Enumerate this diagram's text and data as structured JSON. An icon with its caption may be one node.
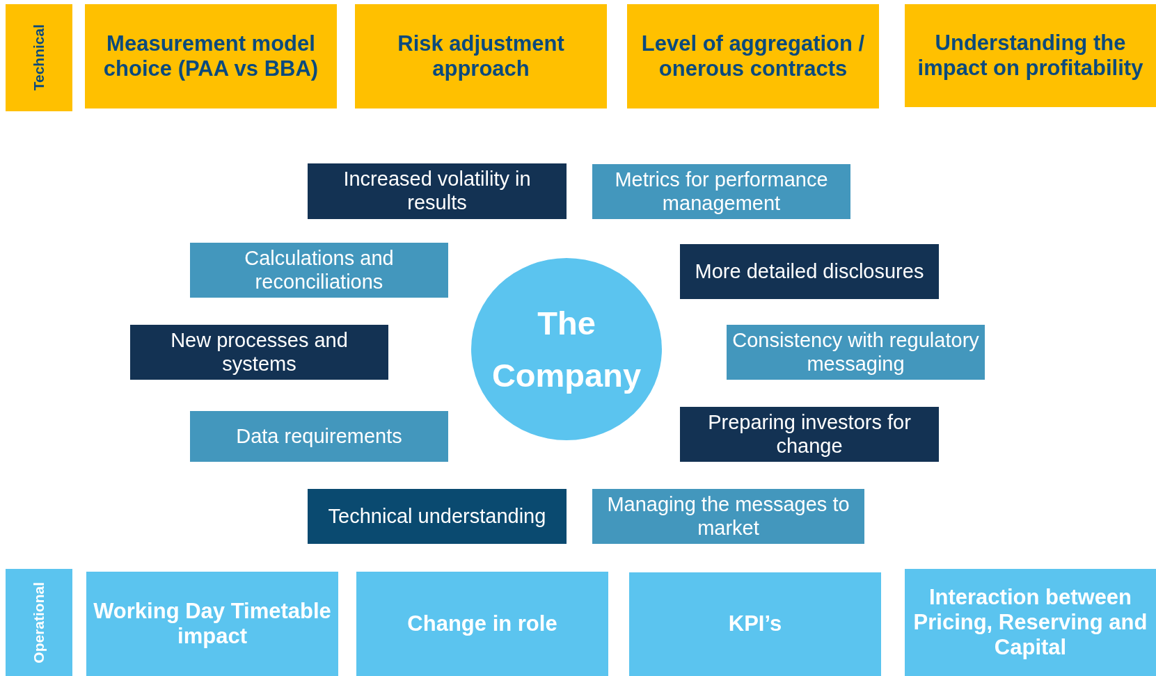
{
  "diagram": {
    "nodes": [
      {
        "text": [
          "Technical"
        ]
      },
      {
        "text": [
          "Measurement model choice (PAA vs BBA)"
        ]
      },
      {
        "text": [
          "Risk adjustment approach"
        ]
      },
      {
        "text": [
          "Level of aggregation / onerous contracts"
        ]
      },
      {
        "text": [
          "Understanding the impact on profitability"
        ]
      },
      {
        "text": [
          "Increased volatility in results"
        ]
      },
      {
        "text": [
          "Metrics for performance management"
        ]
      },
      {
        "text": [
          "Calculations and reconciliations"
        ]
      },
      {
        "text": [
          "More detailed disclosures"
        ]
      },
      {
        "text": [
          "The Company"
        ]
      },
      {
        "text": [
          "New processes and systems"
        ]
      },
      {
        "text": [
          "Consistency with regulatory messaging"
        ]
      },
      {
        "text": [
          "Data requirements"
        ]
      },
      {
        "text": [
          "Preparing investors for change"
        ]
      },
      {
        "text": [
          "Technical understanding"
        ]
      },
      {
        "text": [
          "Managing the messages to market"
        ]
      },
      {
        "text": [
          "Operational"
        ]
      },
      {
        "text": [
          "Working Day Timetable impact"
        ]
      },
      {
        "text": [
          "Change in role"
        ]
      },
      {
        "text": [
          "KPI’s"
        ]
      },
      {
        "text": [
          "Interaction between Pricing, Reserving and Capital"
        ]
      }
    ],
    "edges": []
  }
}
